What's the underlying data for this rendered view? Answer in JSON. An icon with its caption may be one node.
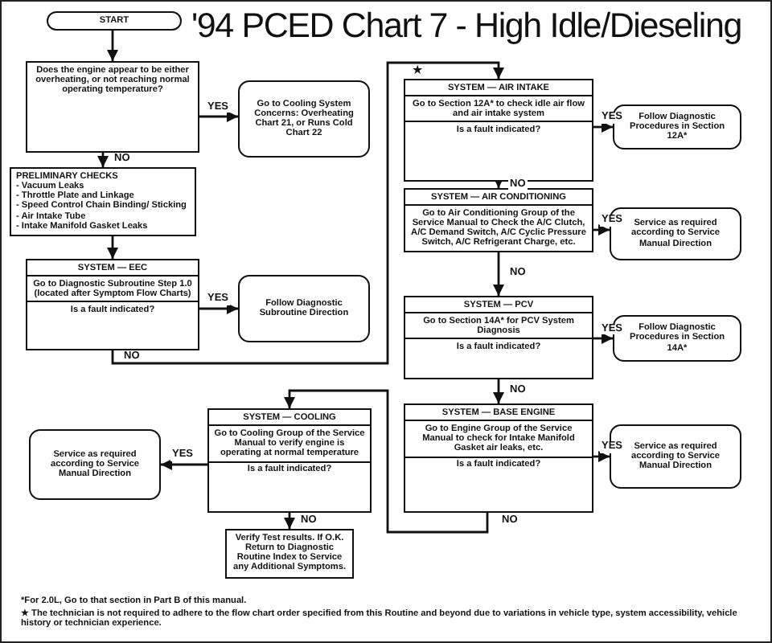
{
  "diagram": {
    "title": "'94 PCED Chart 7 - High Idle/Dieseling",
    "nodes": [
      {
        "text": [
          "START"
        ]
      },
      {
        "text": [
          "Does the engine appear to be either overheating, or not reaching normal operating temperature?"
        ]
      },
      {
        "text": [
          "Go to Cooling System Concerns: Overheating Chart 21, or Runs Cold Chart 22"
        ]
      },
      {
        "text": [
          "PRELIMINARY CHECKS",
          "- Vacuum Leaks",
          "- Throttle Plate and Linkage",
          "- Speed Control Chain Binding/ Sticking",
          "- Air Intake Tube",
          "- Intake Manifold Gasket Leaks"
        ]
      },
      {
        "text": [
          "SYSTEM — EEC",
          "Go to Diagnostic Subroutine Step 1.0 (located after Symptom Flow Charts)",
          "Is a fault indicated?"
        ]
      },
      {
        "text": [
          "Follow Diagnostic Subroutine Direction"
        ]
      },
      {
        "text": [
          "SYSTEM — AIR INTAKE",
          "Go to Section 12A* to check idle air flow and air intake system",
          "Is a fault indicated?"
        ],
        "beside": [
          "★"
        ]
      },
      {
        "text": [
          "Follow Diagnostic Procedures in Section 12A*"
        ]
      },
      {
        "text": [
          "SYSTEM — AIR CONDITIONING",
          "Go to Air Conditioning Group of the Service Manual to Check the A/C Clutch, A/C Demand Switch, A/C Cyclic Pressure Switch, A/C Refrigerant Charge, etc."
        ]
      },
      {
        "text": [
          "Service as required according to Service Manual Direction"
        ]
      },
      {
        "text": [
          "SYSTEM — PCV",
          "Go to Section 14A* for PCV System Diagnosis",
          "Is a fault indicated?"
        ]
      },
      {
        "text": [
          "Follow Diagnostic Procedures in Section 14A*"
        ]
      },
      {
        "text": [
          "SYSTEM — BASE ENGINE",
          "Go to Engine Group of the Service Manual to check for Intake Manifold Gasket air leaks, etc.",
          "Is a fault indicated?"
        ]
      },
      {
        "text": [
          "Service as required according to Service Manual Direction"
        ]
      },
      {
        "text": [
          "SYSTEM — COOLING",
          "Go to Cooling Group of the Service Manual to verify engine is operating at normal temperature",
          "Is a fault indicated?"
        ]
      },
      {
        "text": [
          "Service as required according to Service Manual Direction"
        ]
      },
      {
        "text": [
          "Verify Test results. If O.K. Return to Diagnostic Routine Index to Service any Additional Symptoms."
        ]
      }
    ],
    "edges": [
      {
        "from": 0,
        "to": 1,
        "arrow": "to"
      },
      {
        "from": 1,
        "to": 2,
        "arrow": "to",
        "label": "YES"
      },
      {
        "from": 1,
        "to": 3,
        "arrow": "to",
        "label": "NO"
      },
      {
        "from": 3,
        "to": 4,
        "arrow": "to"
      },
      {
        "from": 4,
        "to": 5,
        "arrow": "to",
        "label": "YES"
      },
      {
        "from": 4,
        "to": 6,
        "arrow": "to",
        "label": "NO"
      },
      {
        "from": 6,
        "to": 7,
        "arrow": "to",
        "label": "YES"
      },
      {
        "from": 6,
        "to": 8,
        "arrow": "to",
        "label": "NO"
      },
      {
        "from": 8,
        "to": 9,
        "arrow": "to",
        "label": "YES"
      },
      {
        "from": 8,
        "to": 10,
        "arrow": "to",
        "label": "NO"
      },
      {
        "from": 10,
        "to": 11,
        "arrow": "to",
        "label": "YES"
      },
      {
        "from": 10,
        "to": 12,
        "arrow": "to",
        "label": "NO"
      },
      {
        "from": 12,
        "to": 13,
        "arrow": "to",
        "label": "YES"
      },
      {
        "from": 12,
        "to": 14,
        "arrow": "to",
        "label": "NO"
      },
      {
        "from": 14,
        "to": 15,
        "arrow": "to",
        "label": "YES"
      },
      {
        "from": 14,
        "to": 16,
        "arrow": "to",
        "label": "NO"
      }
    ],
    "labels": [
      "*For 2.0L, Go to that section in Part B of this manual.",
      "★ The technician is not required to adhere to the flow chart order specified from this Routine and beyond due to variations in vehicle type, system accessibility, vehicle history or technician experience."
    ]
  }
}
